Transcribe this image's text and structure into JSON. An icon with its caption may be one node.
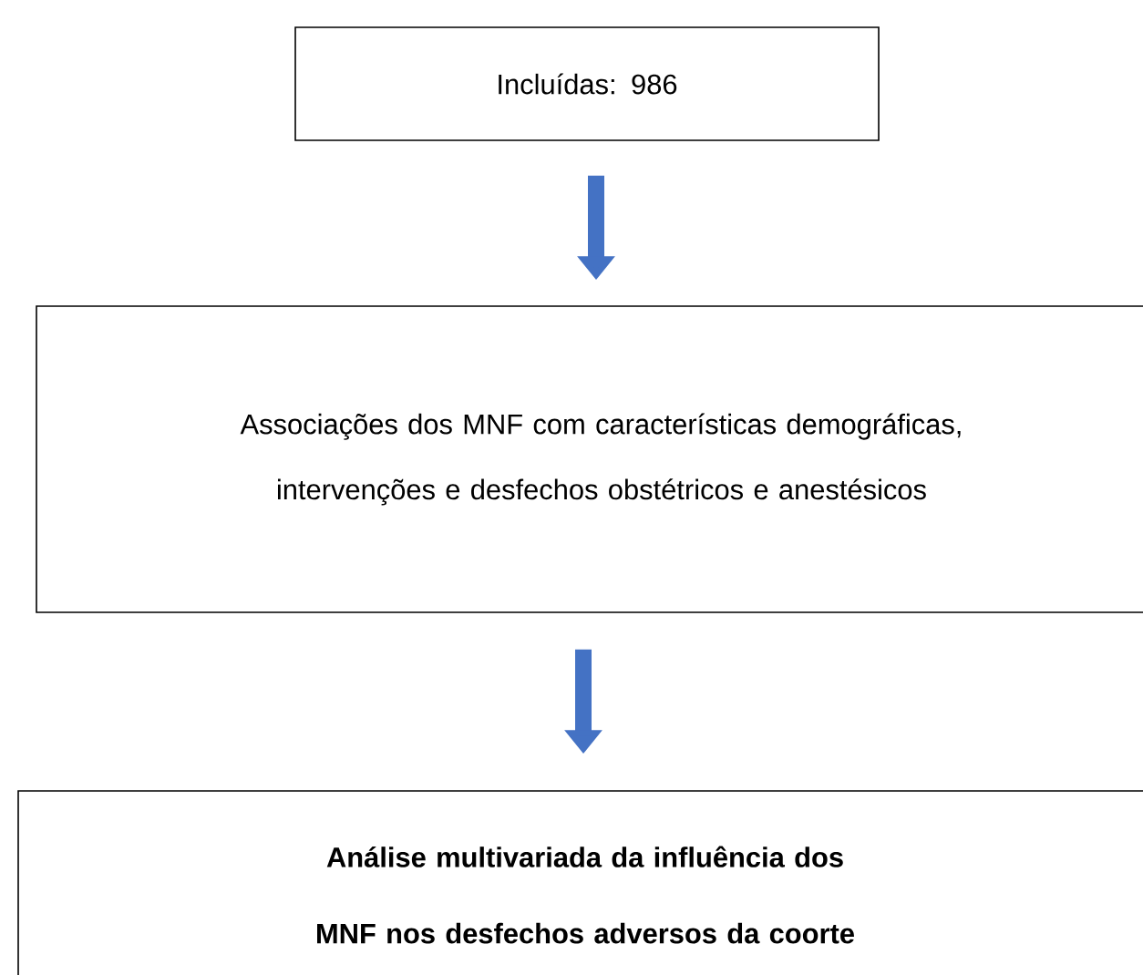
{
  "diagram": {
    "nodes": [
      {
        "text": [
          "Incluídas: 986"
        ]
      },
      {
        "text": [
          "Associações dos MNF com características demográficas, intervenções e desfechos obstétricos e anestésicos"
        ]
      },
      {
        "text": [
          "Análise multivariada da influência dos MNF nos desfechos adversos da coorte"
        ]
      }
    ],
    "edges": [
      {
        "from": 0,
        "to": 1,
        "arrow": "to"
      },
      {
        "from": 1,
        "to": 2,
        "arrow": "to"
      }
    ]
  }
}
